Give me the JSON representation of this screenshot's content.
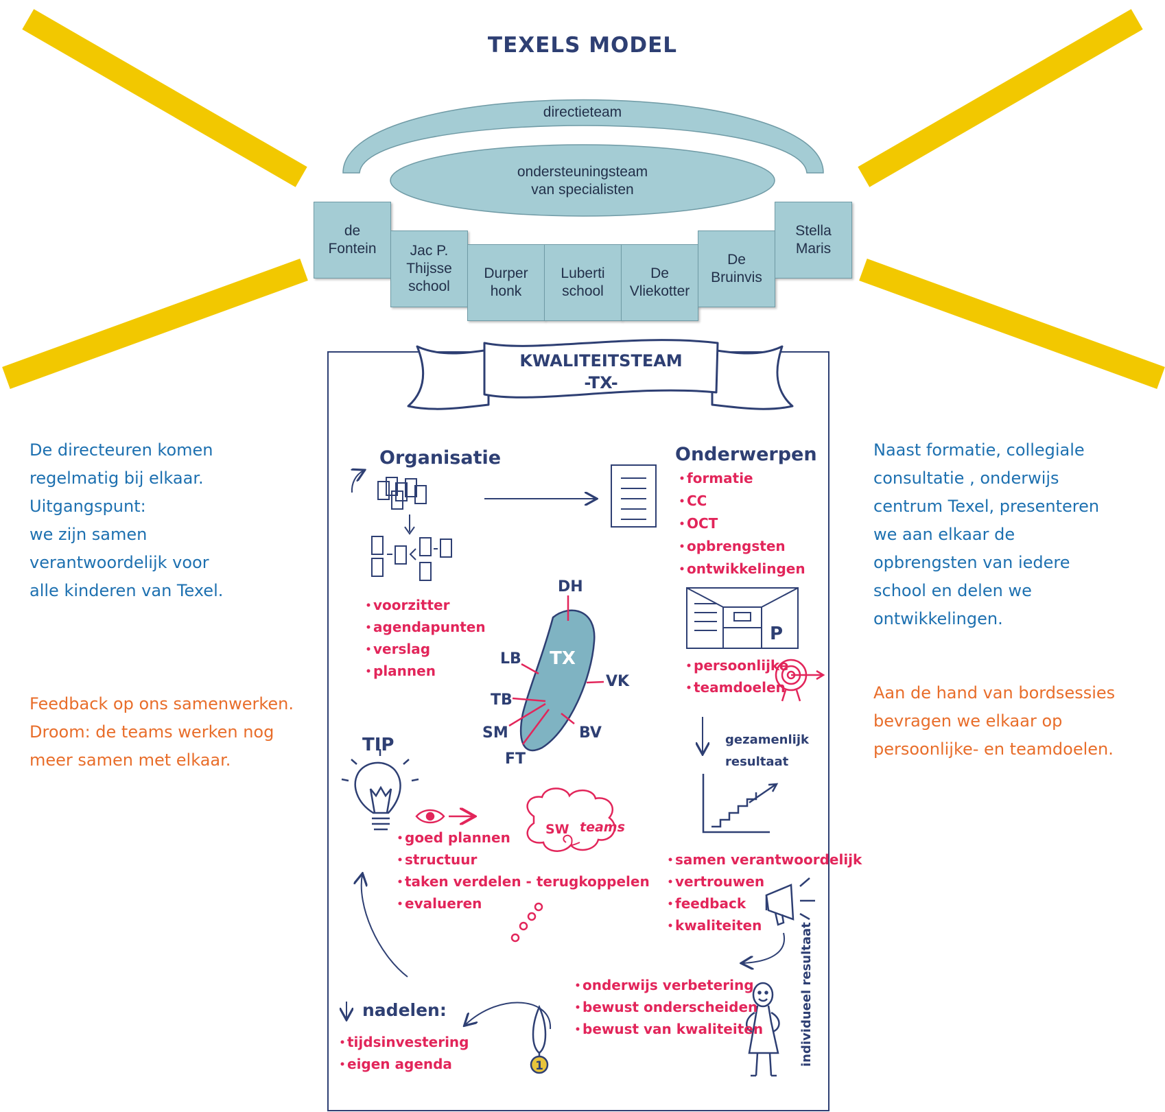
{
  "title": "TEXELS MODEL",
  "management": {
    "directieteam": "directieteam",
    "ondersteuning_line1": "ondersteuningsteam",
    "ondersteuning_line2": "van specialisten"
  },
  "schools": [
    {
      "line1": "de",
      "line2": "Fontein",
      "line3": ""
    },
    {
      "line1": "Jac P.",
      "line2": "Thijsse",
      "line3": "school"
    },
    {
      "line1": "Durper",
      "line2": "honk",
      "line3": ""
    },
    {
      "line1": "Luberti",
      "line2": "school",
      "line3": ""
    },
    {
      "line1": "De",
      "line2": "Vliekotter",
      "line3": ""
    },
    {
      "line1": "De",
      "line2": "Bruinvis",
      "line3": ""
    },
    {
      "line1": "Stella",
      "line2": "Maris",
      "line3": ""
    }
  ],
  "left_text": {
    "blue_lines": [
      "De directeuren komen",
      "regelmatig bij elkaar.",
      "Uitgangspunt:",
      "we zijn samen",
      "verantwoordelijk voor",
      "alle kinderen van Texel."
    ],
    "orange_lines": [
      "Feedback op ons samenwerken.",
      "Droom: de teams werken  nog",
      "meer samen met elkaar."
    ]
  },
  "right_text": {
    "blue_lines": [
      "Naast formatie, collegiale",
      "consultatie , onderwijs",
      "centrum  Texel, presenteren",
      "we aan elkaar de",
      "opbrengsten van iedere",
      "school  en delen we",
      "ontwikkelingen."
    ],
    "orange_lines": [
      "Aan de hand van bordsessies",
      "bevragen we elkaar op",
      "persoonlijke- en teamdoelen."
    ]
  },
  "panel": {
    "banner_line1": "KWALITEITSTEAM",
    "banner_line2": "-TX-",
    "organisatie": {
      "heading": "Organisatie",
      "items": [
        "voorzitter",
        "agendapunten",
        "verslag",
        "plannen"
      ]
    },
    "onderwerpen": {
      "heading": "Onderwerpen",
      "items": [
        "formatie",
        "CC",
        "OCT",
        "opbrengsten",
        "ontwikkelingen"
      ]
    },
    "board_letter": "P",
    "doelen": [
      "persoonlijke",
      "teamdoelen"
    ],
    "gezamenlijk": [
      "gezamenlijk",
      "resultaat"
    ],
    "island": {
      "center": "TX",
      "labels": [
        "DH",
        "LB",
        "VK",
        "TB",
        "SM",
        "BV",
        "FT"
      ]
    },
    "tip": {
      "heading": "TIP",
      "items": [
        "goed plannen",
        "structuur",
        "taken verdelen - terugkoppelen",
        "evalueren"
      ]
    },
    "cloud": [
      "SW",
      "teams"
    ],
    "samen": [
      "samen verantwoordelijk",
      "vertrouwen",
      "feedback",
      "kwaliteiten"
    ],
    "individueel": "individueel resultaat",
    "verbetering": [
      "onderwijs verbetering",
      "bewust onderscheiden",
      "bewust van kwaliteiten"
    ],
    "medal_number": "1",
    "nadelen": {
      "heading": "nadelen:",
      "items": [
        "tijdsinvestering",
        "eigen agenda"
      ]
    }
  }
}
